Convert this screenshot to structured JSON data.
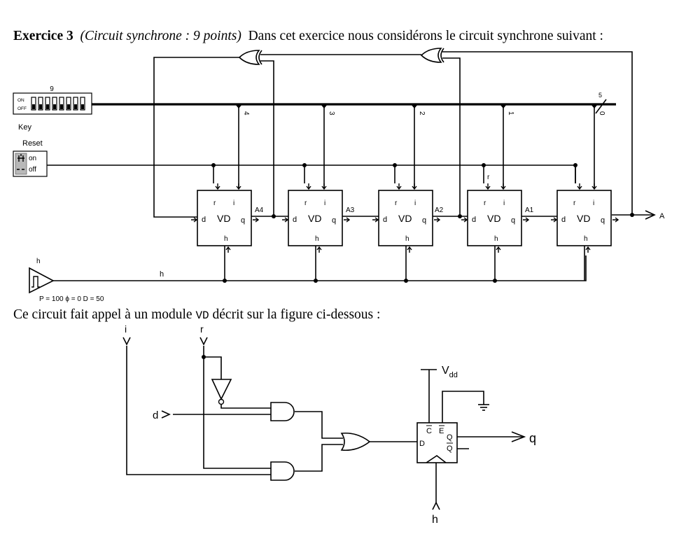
{
  "document": {
    "exercise_label": "Exercice 3",
    "exercise_meta": "(Circuit synchrone : 9 points)",
    "intro_text": "Dans cet exercice nous considérons le circuit synchrone suivant :",
    "module_text_before": "Ce circuit fait appel à un module",
    "module_name": "VD",
    "module_text_after": "décrit sur la figure ci-dessous :"
  },
  "top_circuit": {
    "key_switch": {
      "count_label": "9",
      "on_label": "ON",
      "off_label": "OFF",
      "name_label": "Key",
      "switch_count": 8
    },
    "reset_switch": {
      "title": "Reset",
      "on_label": "on",
      "off_label": "off"
    },
    "bus": {
      "width_label": "5",
      "taps": [
        "4",
        "3",
        "2",
        "1",
        "0"
      ]
    },
    "modules": [
      {
        "name": "VD",
        "ports": {
          "r": "r",
          "i": "i",
          "d": "d",
          "q": "q",
          "h": "h"
        },
        "output_label": "A4",
        "r_label": ""
      },
      {
        "name": "VD",
        "ports": {
          "r": "r",
          "i": "i",
          "d": "d",
          "q": "q",
          "h": "h"
        },
        "output_label": "A3",
        "r_label": ""
      },
      {
        "name": "VD",
        "ports": {
          "r": "r",
          "i": "i",
          "d": "d",
          "q": "q",
          "h": "h"
        },
        "output_label": "A2",
        "r_label": ""
      },
      {
        "name": "VD",
        "ports": {
          "r": "r",
          "i": "i",
          "d": "d",
          "q": "q",
          "h": "h"
        },
        "output_label": "A1",
        "r_label": "r"
      },
      {
        "name": "VD",
        "ports": {
          "r": "r",
          "i": "i",
          "d": "d",
          "q": "q",
          "h": "h"
        },
        "output_label": "",
        "r_label": ""
      }
    ],
    "output_label": "A",
    "clock": {
      "label": "h",
      "wire_label": "h",
      "params": "P = 100 ϕ = 0 D = 50"
    },
    "gates": [
      "xor",
      "xor"
    ]
  },
  "vd_module": {
    "inputs": {
      "i": "i",
      "r": "r",
      "d": "d",
      "h": "h"
    },
    "output": "q",
    "supply": "V",
    "supply_sub": "dd",
    "flipflop": {
      "c_bar": "C",
      "e_bar": "E",
      "d": "D",
      "q": "Q",
      "q_bar": "Q"
    },
    "gates": [
      "not",
      "and",
      "and",
      "or"
    ]
  }
}
